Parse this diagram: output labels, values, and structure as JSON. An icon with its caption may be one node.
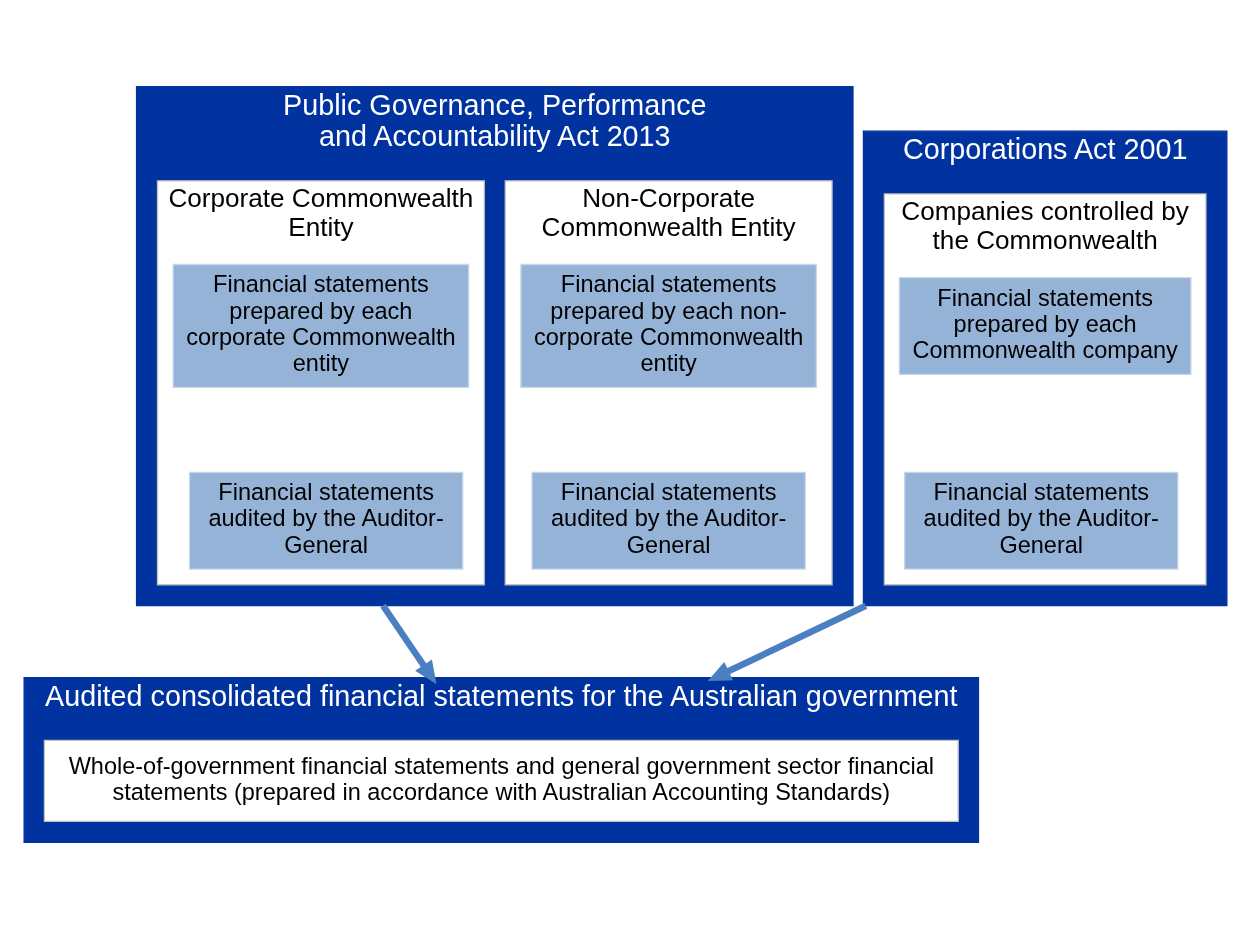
{
  "diagram": {
    "nodes": [
      {
        "text": [
          "Public Governance, Performance and Accountability Act 2013"
        ]
      },
      {
        "text": [
          "Non-Corporate Commonwealth Entity"
        ],
        "in": 0
      },
      {
        "text": [
          "Financial statements prepared by each non-corporate Commonwealth entity"
        ],
        "in": 1
      },
      {
        "text": [
          "Financial statements audited by the Auditor-General"
        ],
        "in": 1
      },
      {
        "text": [
          "Corporate Commonwealth Entity"
        ],
        "in": 0
      },
      {
        "text": [
          "Financial statements prepared by each corporate Commonwealth entity"
        ],
        "in": 4
      },
      {
        "text": [
          "Financial statements audited by the Auditor-General"
        ],
        "in": 4
      },
      {
        "text": [
          "Corporations Act 2001"
        ]
      },
      {
        "text": [
          "Companies controlled by the Commonwealth"
        ],
        "in": 7
      },
      {
        "text": [
          "Financial statements prepared by each Commonwealth company"
        ],
        "in": 8
      },
      {
        "text": [
          "Financial statements audited by the Auditor-General"
        ],
        "in": 8
      },
      {
        "text": [
          "Audited consolidated financial statements for the Australian government"
        ]
      },
      {
        "text": [
          "Whole-of-government financial statements and general government sector financial statements (prepared in accordance with Australian Accounting Standards)"
        ],
        "in": 11
      }
    ],
    "edges": [
      {
        "from": 0,
        "to": 11,
        "arrow": "to"
      },
      {
        "from": 7,
        "to": 11,
        "arrow": "to"
      }
    ]
  }
}
